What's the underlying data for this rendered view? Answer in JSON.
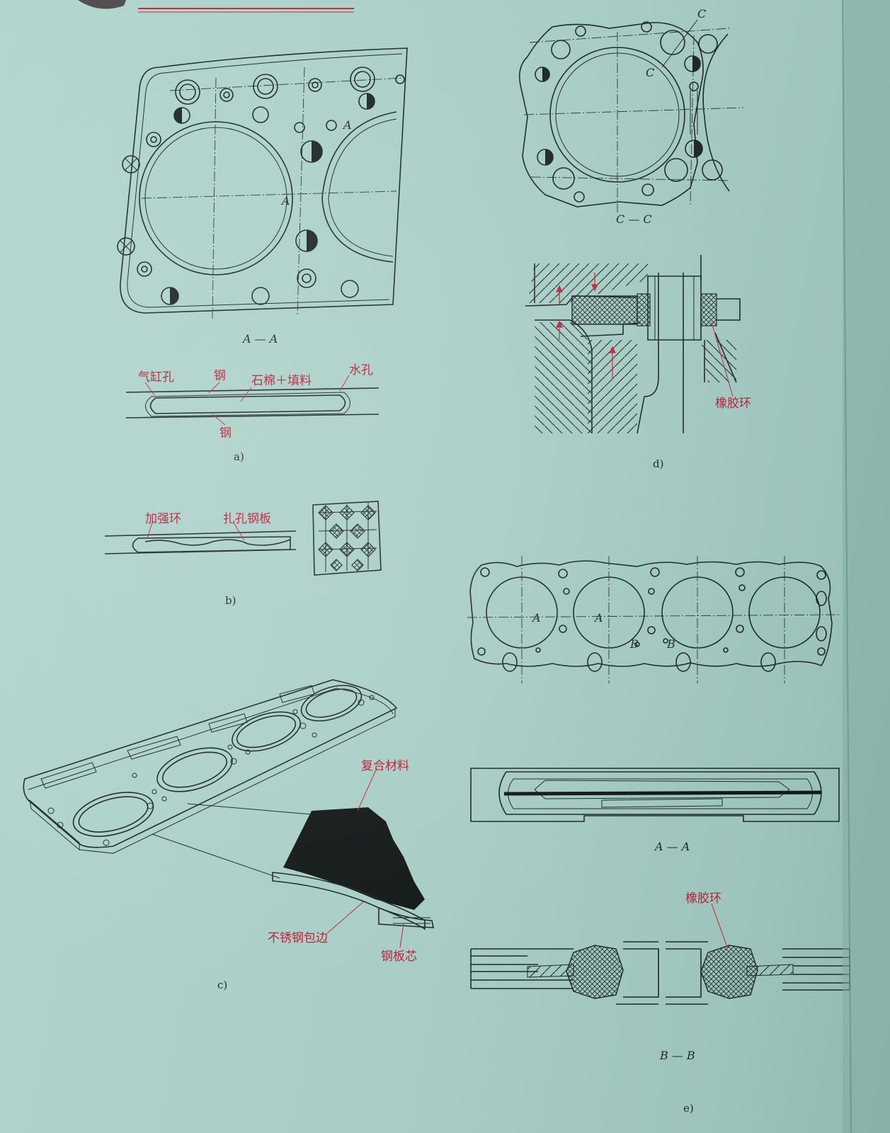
{
  "figure_a": {
    "section_label": "A — A",
    "point_label": "A",
    "labels": {
      "cylinder_hole": "气缸孔",
      "steel_top": "钢",
      "asbestos_filler": "石棉＋填料",
      "water_hole": "水孔",
      "steel_bottom": "钢"
    },
    "caption": "a)"
  },
  "figure_b": {
    "labels": {
      "reinforcing_ring": "加强环",
      "perforated_steel_plate": "扎孔钢板"
    },
    "caption": "b)"
  },
  "figure_c": {
    "labels": {
      "composite_material": "复合材料",
      "stainless_steel_edge": "不锈钢包边",
      "steel_plate_core": "钢板芯"
    },
    "caption": "c)"
  },
  "figure_cc": {
    "section_label": "C — C",
    "point_label": "C"
  },
  "figure_d": {
    "labels": {
      "rubber_ring": "橡胶环"
    },
    "caption": "d)"
  },
  "figure_e": {
    "point_labels": {
      "a": "A",
      "b": "B"
    },
    "section_label_aa": "A — A",
    "section_label_bb": "B — B",
    "labels": {
      "rubber_ring": "橡胶环"
    },
    "caption": "e)"
  }
}
